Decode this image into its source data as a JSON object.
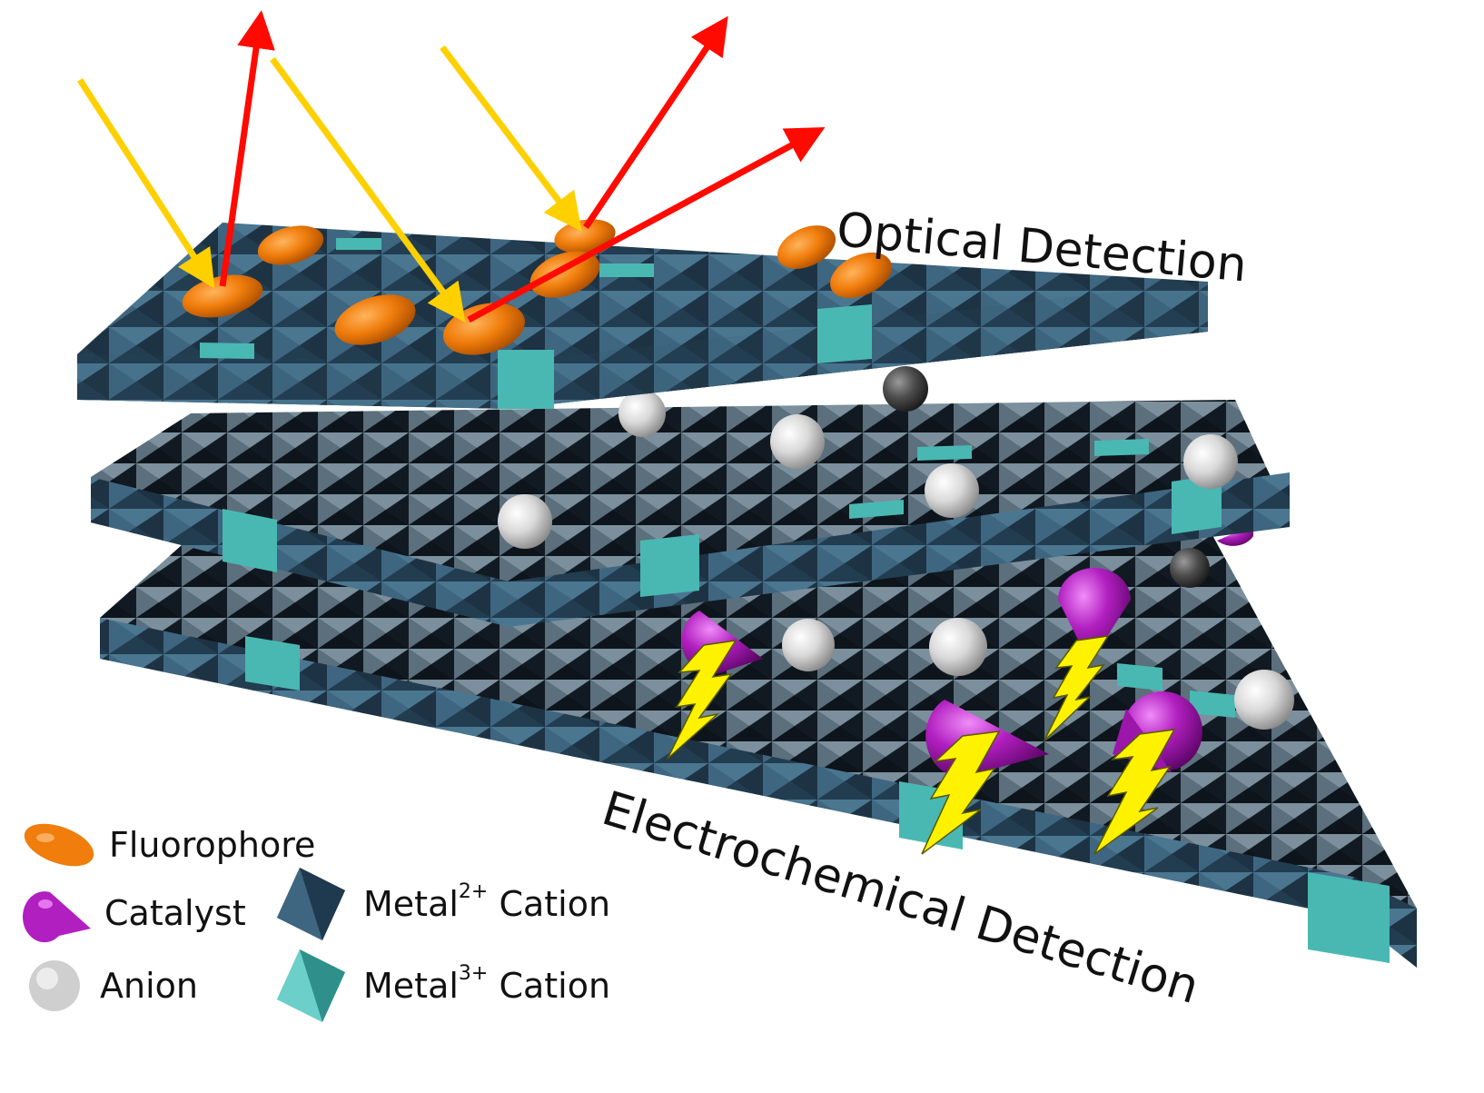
{
  "labels": {
    "optical": "Optical Detection",
    "electrochemical": "Electrochemical Detection"
  },
  "legend": {
    "fluorophore": "Fluorophore",
    "catalyst": "Catalyst",
    "anion": "Anion",
    "metal2": {
      "base": "Metal",
      "charge": "2+",
      "suffix": " Cation"
    },
    "metal3": {
      "base": "Metal",
      "charge": "3+",
      "suffix": " Cation"
    }
  },
  "colors": {
    "metal2": "#2f5168",
    "metal2_dark": "#1f3a4e",
    "metal3": "#49b8b2",
    "metal3_dark": "#2f8f8b",
    "fluorophore": "#f07d0c",
    "catalyst": "#b11fc0",
    "anion": "#d7d7d7",
    "excitation_arrow": "#ffd000",
    "emission_arrow": "#ff0a00",
    "lightning": "#fff200"
  },
  "icons": [
    "lightning-bolt-icon",
    "arrow-icon"
  ]
}
